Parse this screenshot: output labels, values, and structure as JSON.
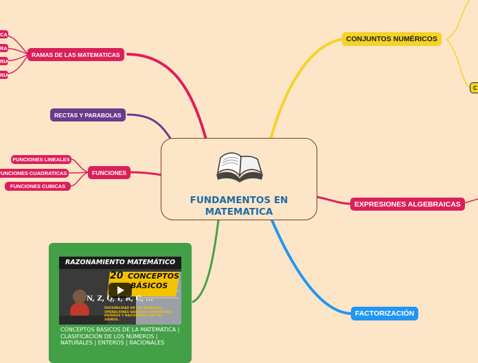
{
  "center": {
    "title_line1": "FUNDAMENTOS EN",
    "title_line2": "MATEMATICA"
  },
  "branches": {
    "conjuntos": "CONJUNTOS NUMÉRICOS",
    "expresiones": "EXPRESIONES ALGEBRAICAS",
    "factorizacion": "FACTORIZACIÓN",
    "ramas": "RAMAS DE LAS MATEMATICAS",
    "rectas": "RECTAS Y PARABOLAS",
    "funciones": "FUNCIONES"
  },
  "ramas_children": [
    "CA",
    "RA",
    "RIA",
    "RIA"
  ],
  "funciones_children": [
    "FUNCIONES LINEALES",
    "FUNCIONES CUADRATICAS",
    "FUNCIONES CUBICAS"
  ],
  "offscreen_node": "C",
  "video": {
    "thumb_title": "RAZONAMIENTO MATEMÁTICO",
    "thumb_number": "20",
    "thumb_line1": "CONCEPTOS",
    "thumb_line2": "BÁSICOS",
    "thumb_sets": "N, Z, Q, I, R, C, ...",
    "thumb_note": "DIVISIBILIDAD EN LOS NÚMEROS. OPERACIONES BÁSICAS CON NÚMEROS ENTEROS Y RACIONALES. LEY DE SIGNOS.",
    "caption": "CONCEPTOS BÁSICOS DE LA MATEMÁTICA | CLASIFICACIÓN DE LOS NÚMEROS | NATURALES | ENTEROS | RACIONALES"
  },
  "colors": {
    "background": "#fde5c8",
    "center_title": "#1f6aa5",
    "center_border": "#7a3b1c",
    "yellow": "#f5d327",
    "crimson": "#dc1f5a",
    "blue": "#2196f3",
    "purple": "#6a3a8c",
    "green": "#43a047"
  }
}
